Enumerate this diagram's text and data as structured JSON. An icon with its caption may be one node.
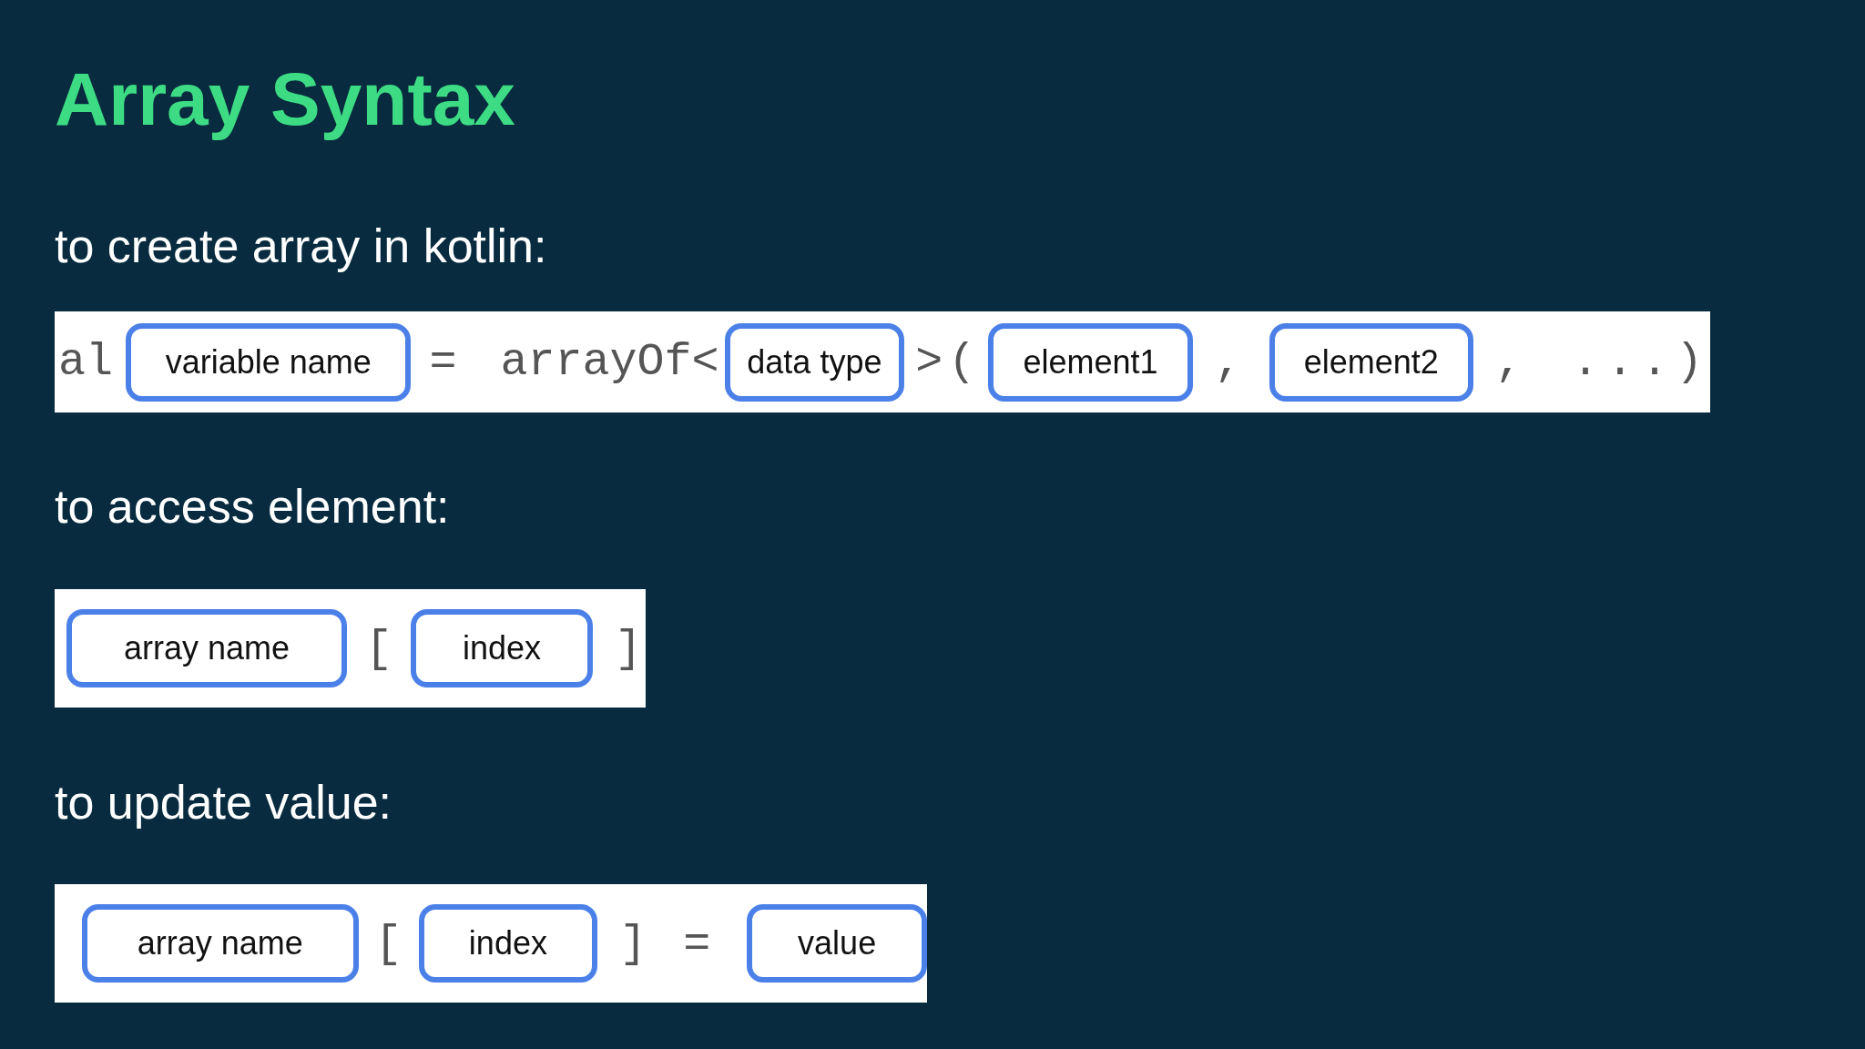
{
  "diagram": {
    "title": "Array Syntax",
    "nodes": [
      {
        "text": [
          "al",
          "=",
          "arrayOf<",
          ">",
          "(",
          ",",
          ",",
          "...)"
        ]
      },
      {
        "text": [
          "variable name"
        ],
        "in": 0
      },
      {
        "text": [
          "data type"
        ],
        "in": 0
      },
      {
        "text": [
          "element1"
        ],
        "in": 0
      },
      {
        "text": [
          "element2"
        ],
        "in": 0
      },
      {
        "text": [
          "[",
          "]"
        ]
      },
      {
        "text": [
          "array name"
        ],
        "in": 5
      },
      {
        "text": [
          "index"
        ],
        "in": 5
      },
      {
        "text": [
          "[",
          "]",
          "="
        ]
      },
      {
        "text": [
          "array name"
        ],
        "in": 8
      },
      {
        "text": [
          "index"
        ],
        "in": 8
      },
      {
        "text": [
          "value"
        ],
        "in": 8
      }
    ],
    "labels": [
      "to create array in kotlin:",
      "to access element:",
      "to update value:"
    ]
  }
}
